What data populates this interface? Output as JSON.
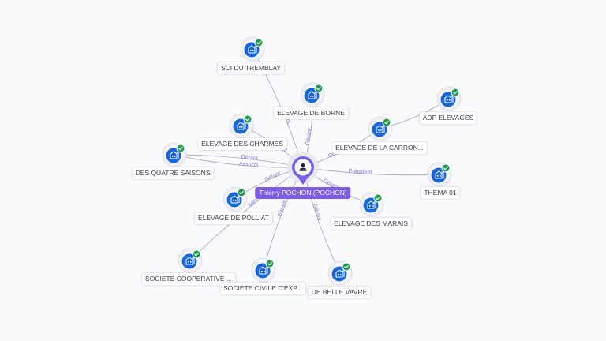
{
  "colors": {
    "center": "#7b5cf0",
    "company": "#1466e8",
    "check": "#1e9e4a",
    "edge": "#a7acc4",
    "edge_label": "#8a7ad8"
  },
  "center": {
    "label": "Thierry POCHON (POCHON)",
    "icon": "person-icon"
  },
  "nodes": [
    {
      "id": "sci-du-tremblay",
      "label": "SCI DU TREMBLAY",
      "icon": "company-icon",
      "status": "check-badge-icon"
    },
    {
      "id": "elevage-de-borne",
      "label": "ELEVAGE DE BORNE",
      "icon": "company-icon",
      "status": "check-badge-icon"
    },
    {
      "id": "adp-elevages",
      "label": "ADP ELEVAGES",
      "icon": "company-icon",
      "status": "check-badge-icon"
    },
    {
      "id": "elevage-des-charmes",
      "label": "ELEVAGE DES CHARMES",
      "icon": "company-icon",
      "status": "check-badge-icon"
    },
    {
      "id": "elevage-de-la-carron",
      "label": "ELEVAGE DE LA CARRON...",
      "icon": "company-icon",
      "status": "check-badge-icon"
    },
    {
      "id": "des-quatre-saisons",
      "label": "DES QUATRE SAISONS",
      "icon": "company-icon",
      "status": "check-badge-icon"
    },
    {
      "id": "thema-01",
      "label": "THEMA 01",
      "icon": "company-icon",
      "status": "check-badge-icon"
    },
    {
      "id": "elevage-de-polliat",
      "label": "ELEVAGE DE POLLIAT",
      "icon": "company-icon",
      "status": "check-badge-icon"
    },
    {
      "id": "elevage-des-marais",
      "label": "ELEVAGE DES MARAIS",
      "icon": "company-icon",
      "status": "check-badge-icon"
    },
    {
      "id": "societe-cooperative",
      "label": "SOCIETE COOPERATIVE ...",
      "icon": "company-icon",
      "status": "check-badge-icon"
    },
    {
      "id": "societe-civile-dexp",
      "label": "SOCIETE CIVILE D'EXP...",
      "icon": "company-icon",
      "status": "check-badge-icon"
    },
    {
      "id": "de-belle-vavre",
      "label": "DE BELLE VAVRE",
      "icon": "company-icon",
      "status": "check-badge-icon"
    }
  ],
  "edges": [
    {
      "target": "sci-du-tremblay",
      "label": "Gérant"
    },
    {
      "target": "elevage-de-borne",
      "label": "Gérant"
    },
    {
      "target": "adp-elevages",
      "label": ""
    },
    {
      "target": "elevage-des-charmes",
      "label": "Gérant"
    },
    {
      "target": "elevage-de-la-carron",
      "label": "Gérant"
    },
    {
      "target": "des-quatre-saisons",
      "label": "Gérant"
    },
    {
      "target": "des-quatre-saisons",
      "label": "Associé"
    },
    {
      "target": "thema-01",
      "label": "Président"
    },
    {
      "target": "elevage-de-polliat",
      "label": "Gérant"
    },
    {
      "target": "elevage-des-marais",
      "label": "Gérant"
    },
    {
      "target": "societe-cooperative",
      "label": "Adm"
    },
    {
      "target": "societe-civile-dexp",
      "label": "Gérant"
    },
    {
      "target": "de-belle-vavre",
      "label": "Gérant"
    }
  ]
}
